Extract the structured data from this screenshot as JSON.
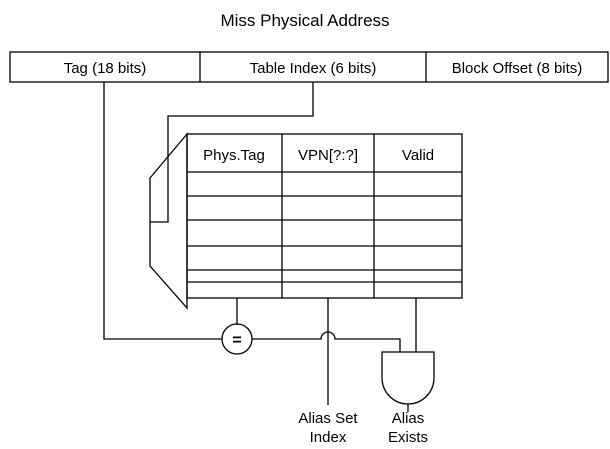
{
  "title": "Miss Physical Address",
  "address_fields": [
    "Tag (18 bits)",
    "Table Index (6 bits)",
    "Block Offset (8 bits)"
  ],
  "table": {
    "headers": [
      "Phys.Tag",
      "VPN[?:?]",
      "Valid"
    ],
    "empty_rows": 6
  },
  "comparator_symbol": "=",
  "outputs": {
    "alias_set_index": [
      "Alias Set",
      "Index"
    ],
    "alias_exists": [
      "Alias",
      "Exists"
    ]
  }
}
